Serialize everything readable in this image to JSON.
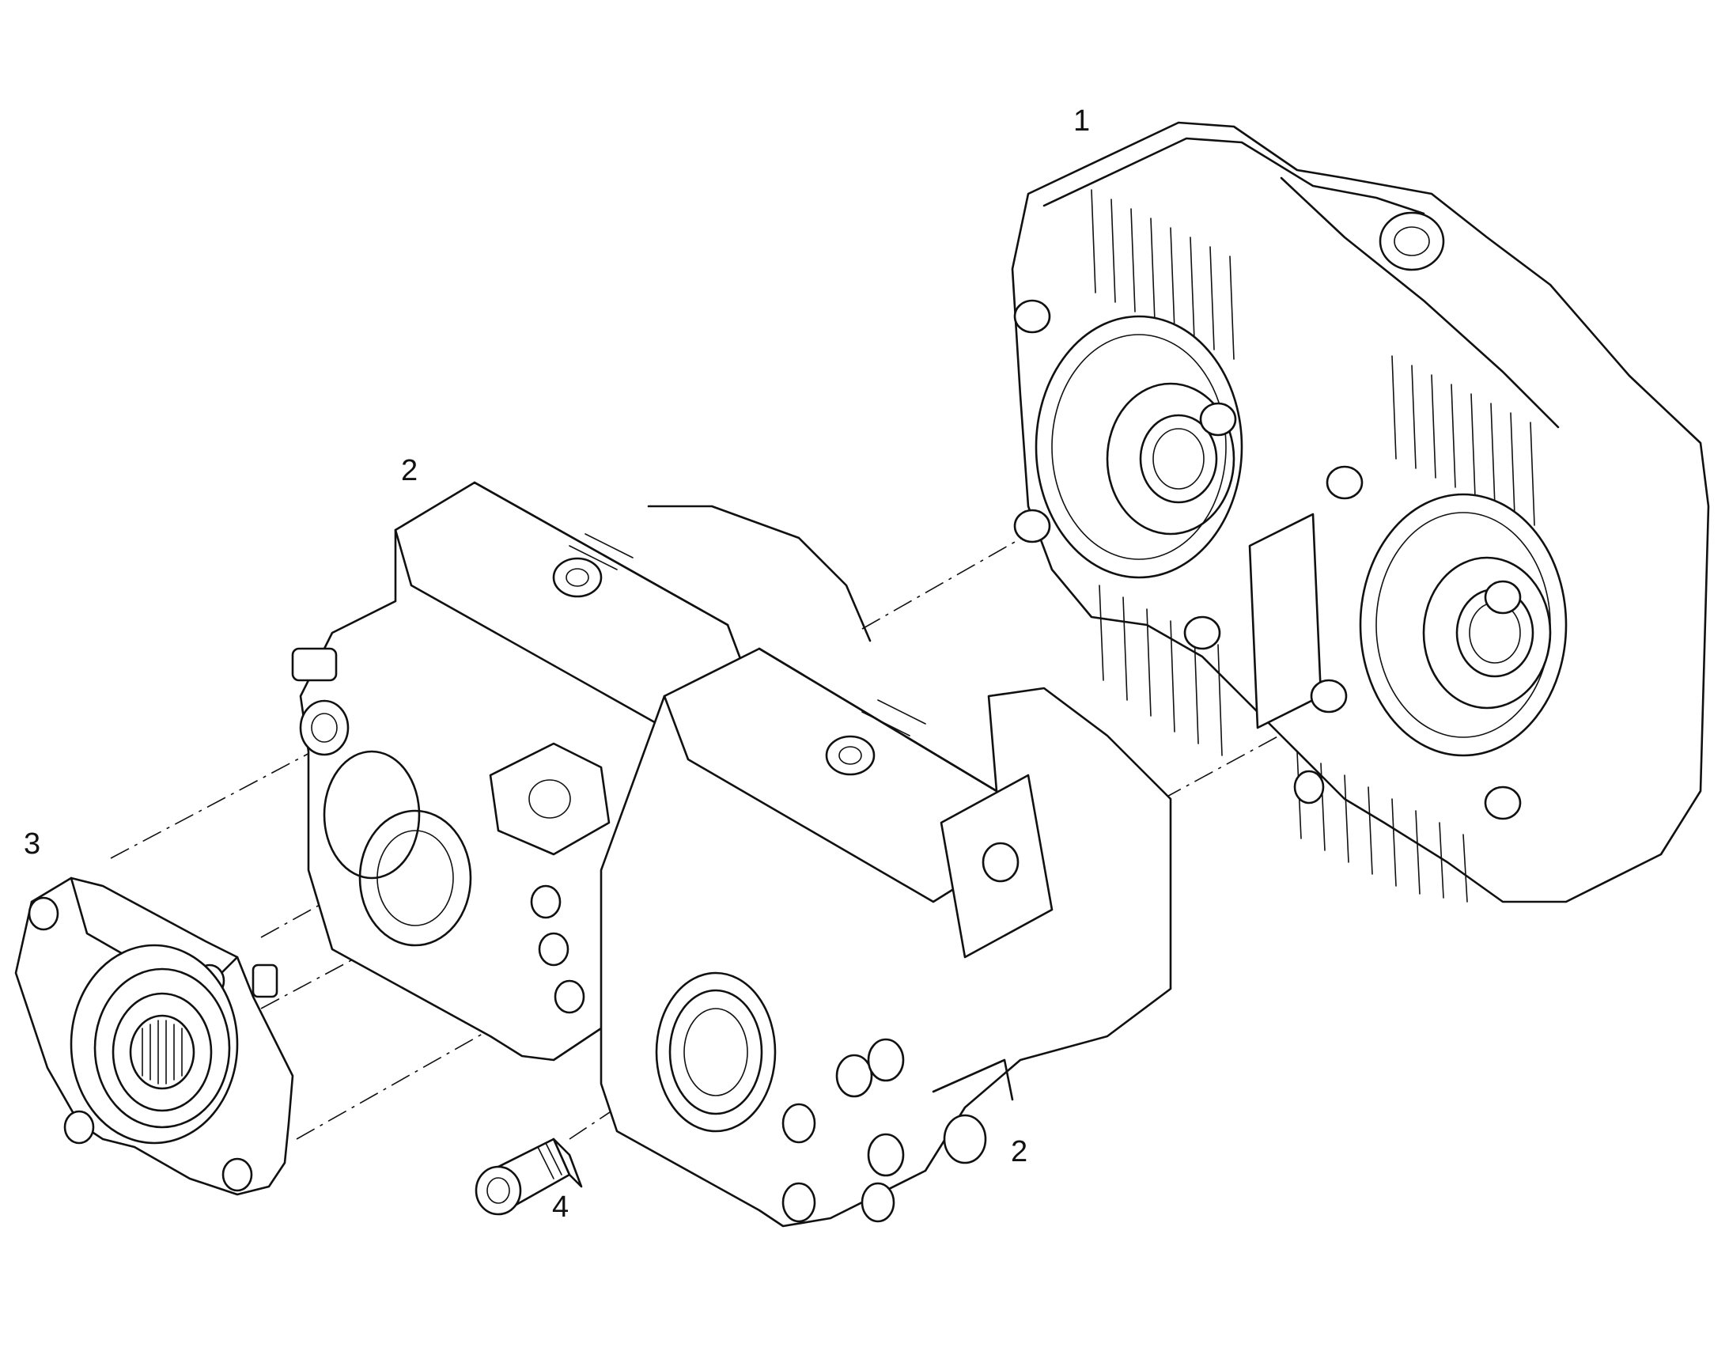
{
  "callouts": {
    "item_1": "1",
    "item_2_top": "2",
    "item_2_bottom": "2",
    "item_3": "3",
    "item_4": "4"
  }
}
